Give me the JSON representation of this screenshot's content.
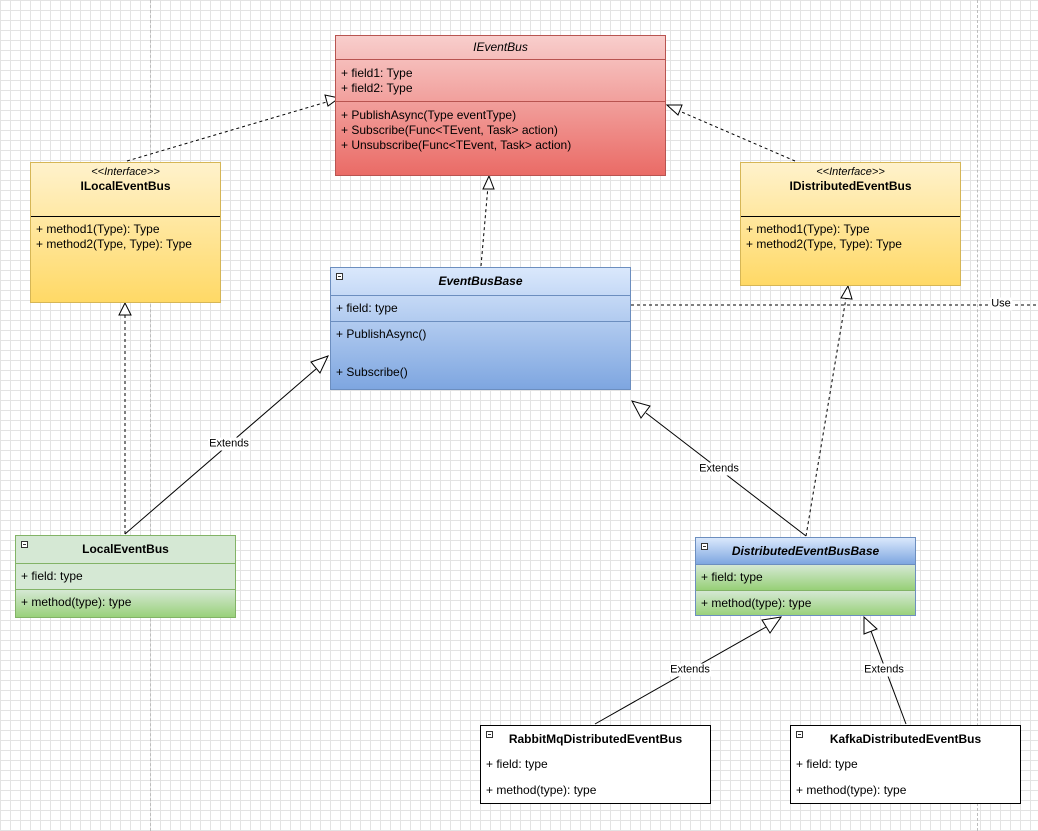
{
  "classes": {
    "ieventbus": {
      "name": "IEventBus",
      "fields": [
        "+ field1: Type",
        "+ field2: Type"
      ],
      "methods": [
        "+ PublishAsync(Type eventType)",
        "+ Subscribe(Func<TEvent, Task> action)",
        "+ Unsubscribe(Func<TEvent, Task> action)"
      ]
    },
    "ilocaleventbus": {
      "stereotype": "<<Interface>>",
      "name": "ILocalEventBus",
      "methods": [
        "+ method1(Type): Type",
        "+ method2(Type, Type): Type"
      ]
    },
    "idistributedeventbus": {
      "stereotype": "<<Interface>>",
      "name": "IDistributedEventBus",
      "methods": [
        "+ method1(Type): Type",
        "+ method2(Type, Type): Type"
      ]
    },
    "eventbusbase": {
      "name": "EventBusBase",
      "fields": [
        "+ field: type"
      ],
      "methods": [
        "+ PublishAsync()",
        "+ Subscribe()"
      ]
    },
    "localeventbus": {
      "name": "LocalEventBus",
      "fields": [
        "+ field: type"
      ],
      "methods": [
        "+ method(type): type"
      ]
    },
    "distributedeventbusbase": {
      "name": "DistributedEventBusBase",
      "fields": [
        "+ field: type"
      ],
      "methods": [
        "+ method(type): type"
      ]
    },
    "rabbitmq": {
      "name": "RabbitMqDistributedEventBus",
      "fields": [
        "+ field: type"
      ],
      "methods": [
        "+ method(type): type"
      ]
    },
    "kafka": {
      "name": "KafkaDistributedEventBus",
      "fields": [
        "+ field: type"
      ],
      "methods": [
        "+ method(type): type"
      ]
    }
  },
  "edge_labels": {
    "extends": "Extends",
    "use": "Use"
  },
  "colors": {
    "interface_root": "#f8cecc",
    "interface": "#fff2cc",
    "abstract_base": "#dae8fc",
    "concrete": "#d5e8d4",
    "leaf": "#ffffff"
  }
}
